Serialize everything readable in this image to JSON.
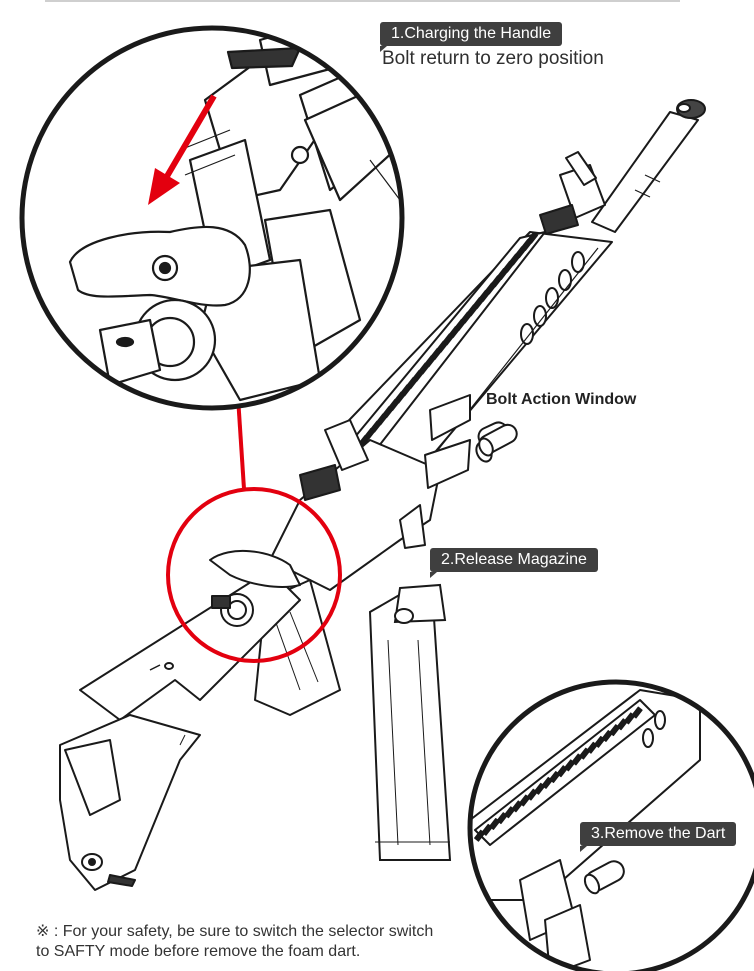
{
  "steps": {
    "charging": {
      "label": "1.Charging the Handle",
      "subtitle": "Bolt return to zero position"
    },
    "release": {
      "label": "2.Release Magazine"
    },
    "remove": {
      "label": "3.Remove the Dart"
    }
  },
  "callouts": {
    "bolt_window": "Bolt Action Window"
  },
  "safety_note": {
    "line1": "※ : For your safety, be sure to switch the selector switch",
    "line2": "to SAFTY mode before remove the foam dart."
  },
  "colors": {
    "highlight": "#e3000f",
    "ink": "#1a1a1a",
    "tag_bg": "#3f3f3f"
  }
}
